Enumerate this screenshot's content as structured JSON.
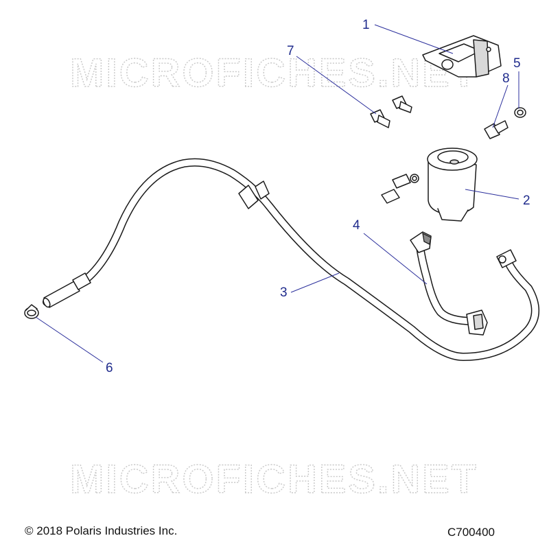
{
  "watermarks": [
    "MICROFICHES.NET",
    "MICROFICHES.NET"
  ],
  "callouts": [
    "1",
    "2",
    "3",
    "4",
    "5",
    "6",
    "7",
    "8"
  ],
  "footer": {
    "copyright": "© 2018 Polaris Industries Inc.",
    "diagram_id": "C700400"
  },
  "colors": {
    "callout_text": "#1f2b8c",
    "leader_line": "#2b2f9c",
    "watermark": "#c9c9c9",
    "line_art": "#1a1a1a"
  }
}
